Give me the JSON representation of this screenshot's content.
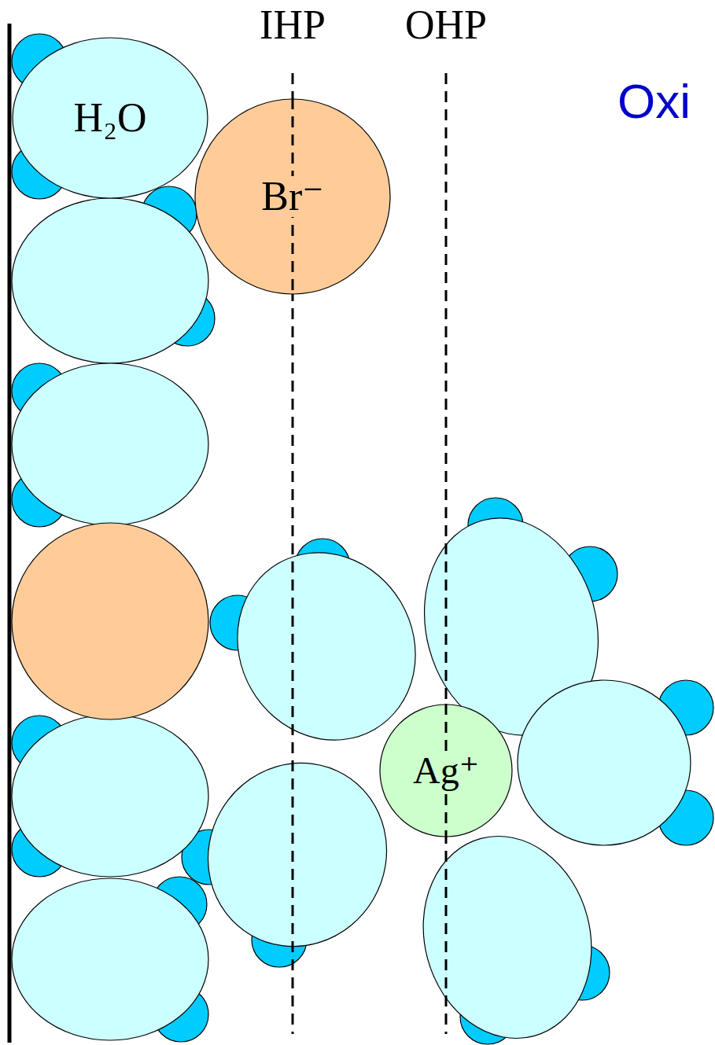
{
  "diagram": {
    "nodes": [
      {
        "text": [
          "H₂O"
        ]
      },
      {
        "text": [
          "Br⁻"
        ]
      },
      {
        "text": [
          "Ag⁺"
        ]
      }
    ],
    "labels": [
      "IHP",
      "OHP",
      "Oxi"
    ]
  }
}
